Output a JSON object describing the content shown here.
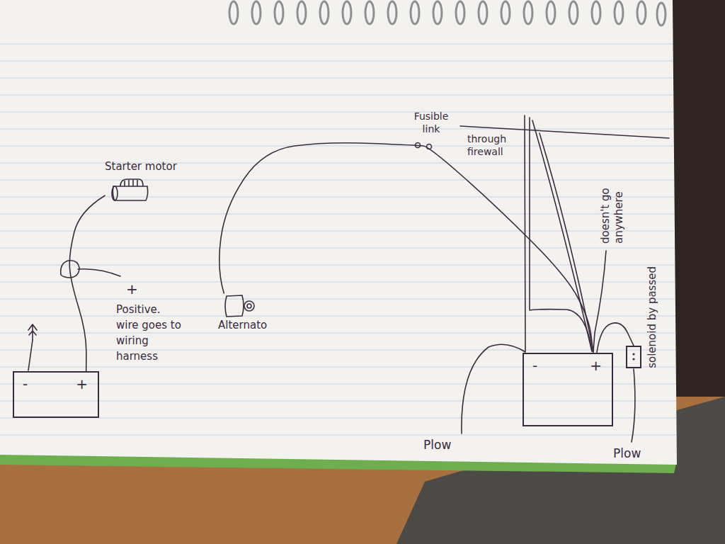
{
  "diagram": {
    "nodes": [
      {
        "text": [
          "Starter motor"
        ]
      },
      {
        "text": [
          "-",
          "+"
        ]
      },
      {
        "text": [
          "Alternato"
        ]
      },
      {
        "text": [
          "-",
          "+"
        ]
      },
      {
        "text": [
          "solenoid by passed"
        ]
      }
    ],
    "edges": [
      {
        "from": 0,
        "to": 1,
        "arrow": "none"
      },
      {
        "from": 2,
        "to": 3,
        "arrow": "none"
      },
      {
        "from": 3,
        "to": 4,
        "arrow": "none"
      }
    ],
    "labels": [
      "+",
      "Positive. wire goes to wiring harness",
      "Fusible link",
      "through firewall",
      "doesn't go anywhere",
      "Plow",
      "Plow"
    ]
  }
}
